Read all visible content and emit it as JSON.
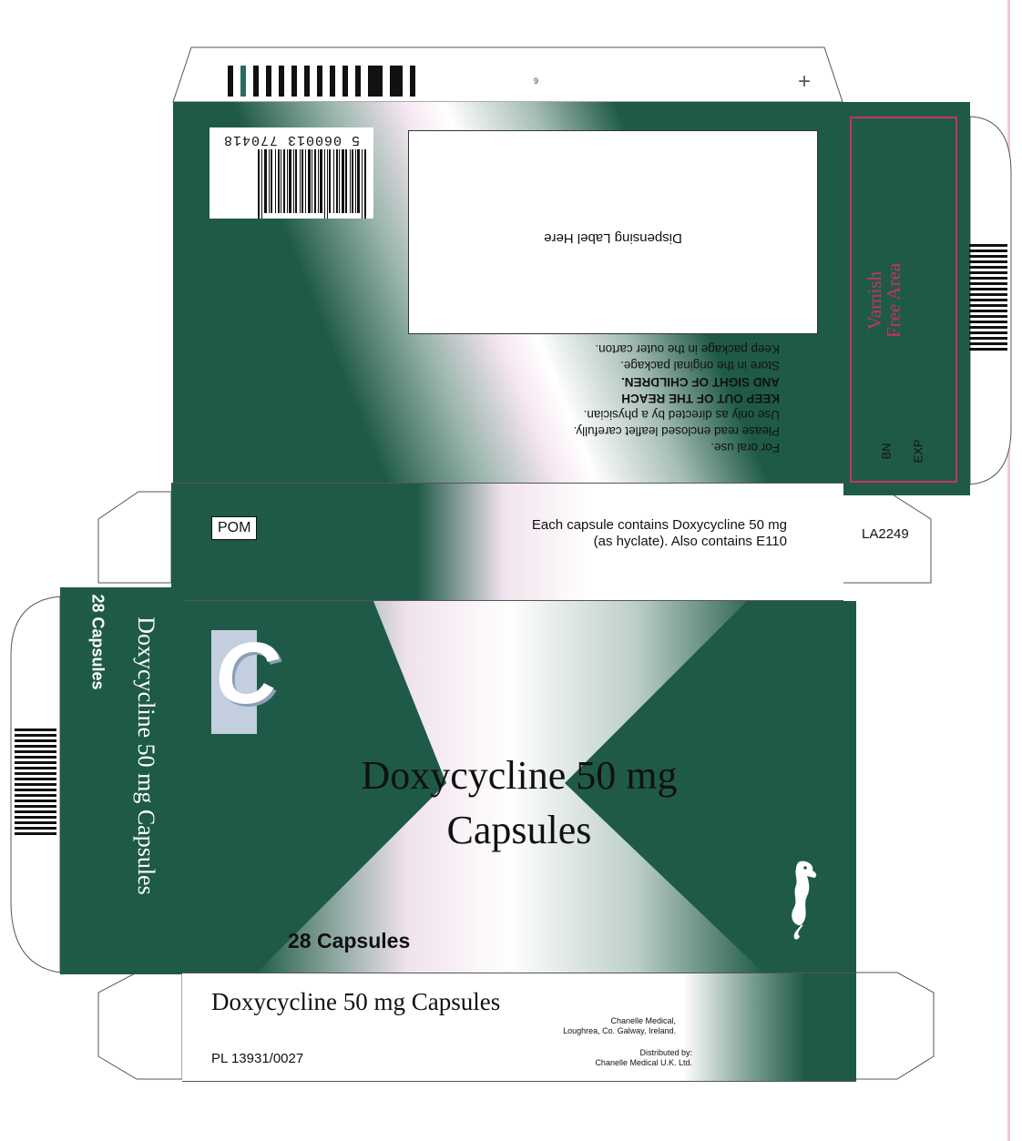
{
  "top_flap": {
    "mark": "9",
    "registration_mark": "+"
  },
  "barcode": {
    "number": "5 060013 770418"
  },
  "back_panel": {
    "dispensing_label": "Dispensing Label Here",
    "instructions": [
      "For oral use.",
      "Please read enclosed leaflet carefully.",
      "Use only as directed by a physician."
    ],
    "warning": [
      "KEEP OUT OF THE REACH",
      "AND SIGHT OF CHILDREN."
    ],
    "storage": [
      "Store in the original package.",
      "Keep package in the outer carton."
    ]
  },
  "varnish_panel": {
    "title_line1": "Varnish",
    "title_line2": "Free Area",
    "bn": "BN",
    "exp": "EXP"
  },
  "middle_band": {
    "pom": "POM",
    "contents_line1": "Each capsule contains Doxycycline 50 mg",
    "contents_line2": "(as hyclate). Also contains E110",
    "code": "LA2249"
  },
  "front_panel": {
    "logo_letter": "C",
    "title_line1": "Doxycycline 50 mg",
    "title_line2": "Capsules",
    "count": "28 Capsules",
    "seahorse_icon": "seahorse-icon"
  },
  "side_panel": {
    "name": "Doxycycline 50 mg Capsules",
    "count": "28 Capsules"
  },
  "bottom_band": {
    "name": "Doxycycline 50 mg Capsules",
    "pl": "PL 13931/0027",
    "manufacturer_line1": "Chanelle Medical,",
    "manufacturer_line2": "Loughrea, Co. Galway, Ireland.",
    "distributor_line1": "Distributed by:",
    "distributor_line2": "Chanelle Medical U.K. Ltd."
  },
  "colors": {
    "panel_green": "#1f5a48",
    "sweep_pink": "#fceaf6",
    "varnish_red": "#c8345a",
    "logo_blue": "#c3cfdf",
    "margin_pink": "#f3c6d6"
  }
}
